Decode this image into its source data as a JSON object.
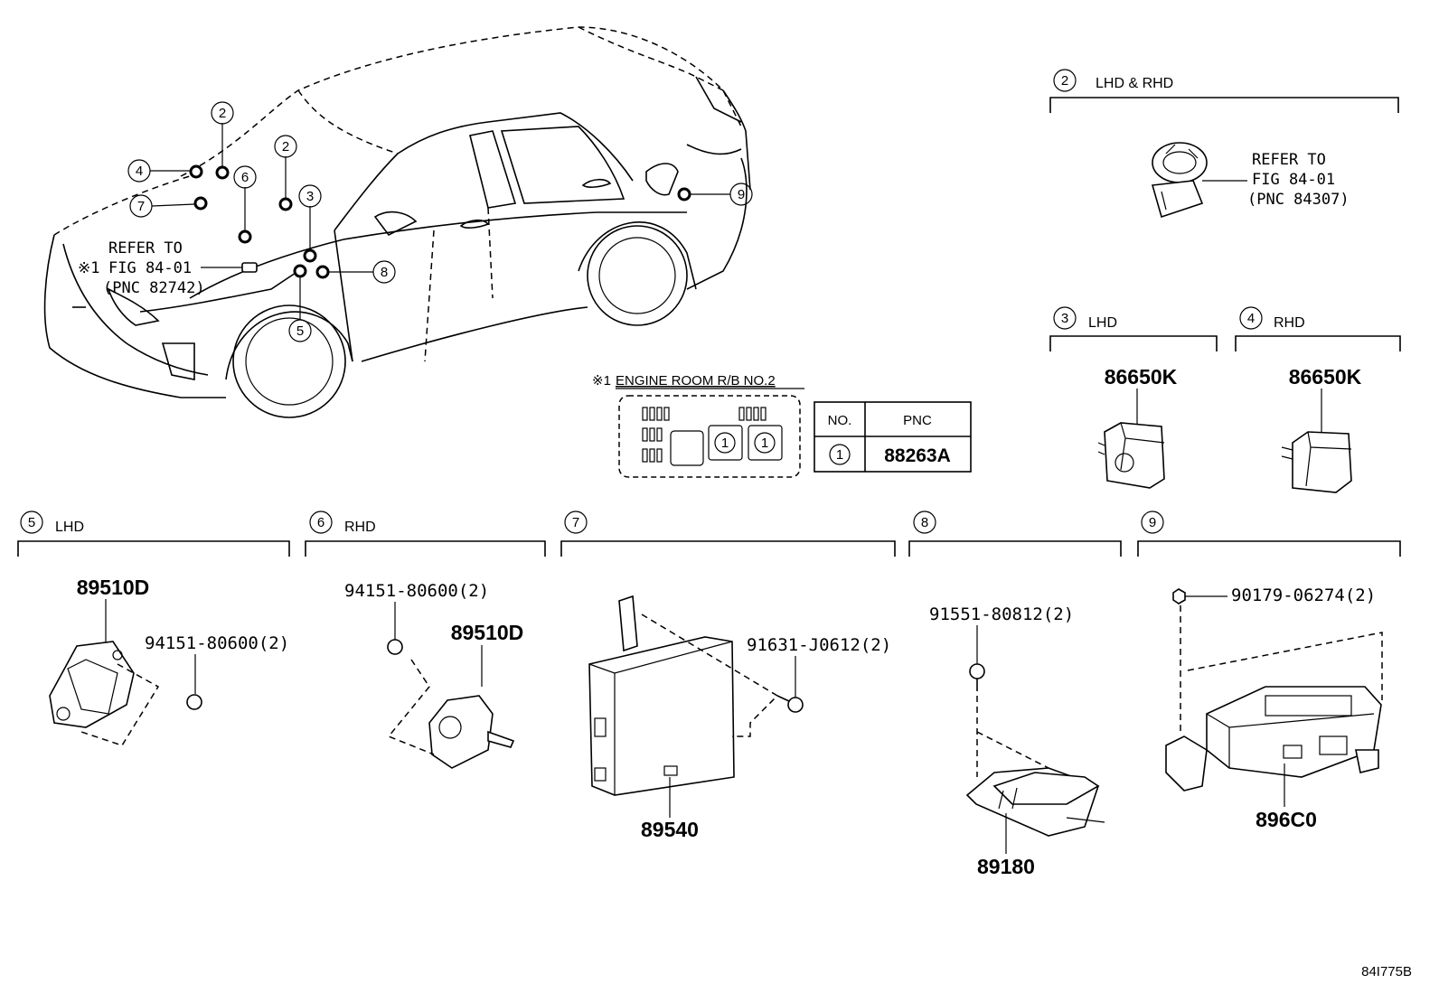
{
  "sections": {
    "s2": {
      "num": "2",
      "title": "LHD & RHD",
      "refer": [
        "REFER TO",
        "FIG 84-01",
        "(PNC 84307)"
      ]
    },
    "s3": {
      "num": "3",
      "title": "LHD",
      "part": "86650K"
    },
    "s4": {
      "num": "4",
      "title": "RHD",
      "part": "86650K"
    },
    "s5": {
      "num": "5",
      "title": "LHD",
      "part": "89510D",
      "bolt": "94151-80600(2)"
    },
    "s6": {
      "num": "6",
      "title": "RHD",
      "part": "89510D",
      "bolt": "94151-80600(2)"
    },
    "s7": {
      "num": "7",
      "part": "89540",
      "bolt": "91631-J0612(2)"
    },
    "s8": {
      "num": "8",
      "part": "89180",
      "bolt": "91551-80812(2)"
    },
    "s9": {
      "num": "9",
      "part": "896C0",
      "bolt": "90179-06274(2)"
    }
  },
  "overview": {
    "callouts": [
      "2",
      "4",
      "6",
      "2",
      "7",
      "3",
      "8",
      "5",
      "9"
    ],
    "refer_mark": "※1",
    "refer": [
      "REFER TO",
      "FIG 84-01",
      "(PNC 82742)"
    ]
  },
  "relay_block": {
    "title_mark": "※1",
    "title": "ENGINE ROOM R/B NO.2",
    "fuse_mark": "1",
    "table": {
      "col_no": "NO.",
      "col_pnc": "PNC",
      "row_no": "1",
      "row_pnc": "88263A"
    }
  },
  "figure_id": "84I775B"
}
